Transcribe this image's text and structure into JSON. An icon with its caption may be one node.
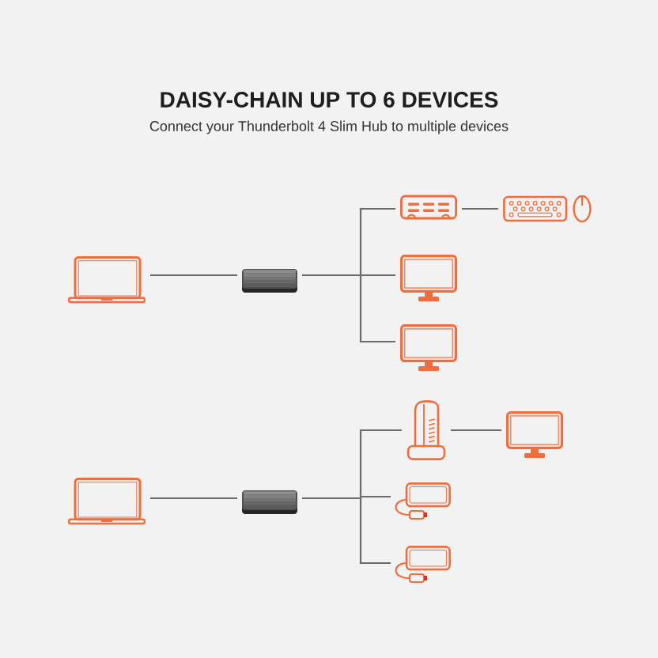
{
  "diagram": {
    "title": "DAISY-CHAIN UP TO 6 DEVICES",
    "nodes": [
      {
        "text": [],
        "shape": "picture"
      },
      {
        "text": [],
        "shape": "picture"
      },
      {
        "text": [],
        "shape": "bar"
      },
      {
        "text": [],
        "shape": "picture"
      },
      {
        "text": [],
        "shape": "picture"
      },
      {
        "text": [],
        "shape": "picture"
      },
      {
        "text": [],
        "shape": "picture"
      },
      {
        "text": [],
        "shape": "picture"
      },
      {
        "text": [],
        "shape": "picture"
      },
      {
        "text": [],
        "shape": "bar"
      },
      {
        "text": [],
        "shape": "picture"
      },
      {
        "text": [],
        "shape": "picture"
      },
      {
        "text": [],
        "shape": "picture"
      },
      {
        "text": [],
        "shape": "picture"
      }
    ],
    "edges": [
      {
        "from": 0,
        "to": 1,
        "arrow": "none"
      },
      {
        "from": 1,
        "to": 2,
        "arrow": "none"
      },
      {
        "from": 2,
        "to": 3,
        "arrow": "none"
      },
      {
        "from": 3,
        "to": 4,
        "arrow": "none"
      },
      {
        "from": 2,
        "to": 5,
        "arrow": "none"
      },
      {
        "from": 2,
        "to": 6,
        "arrow": "none"
      },
      {
        "from": 7,
        "to": 8,
        "arrow": "none"
      },
      {
        "from": 8,
        "to": 9,
        "arrow": "none"
      },
      {
        "from": 9,
        "to": 10,
        "arrow": "none"
      },
      {
        "from": 10,
        "to": 11,
        "arrow": "none"
      },
      {
        "from": 9,
        "to": 12,
        "arrow": "none"
      },
      {
        "from": 9,
        "to": 13,
        "arrow": "none"
      }
    ],
    "labels": [
      "Connect your Thunderbolt 4 Slim Hub to multiple devices"
    ]
  }
}
